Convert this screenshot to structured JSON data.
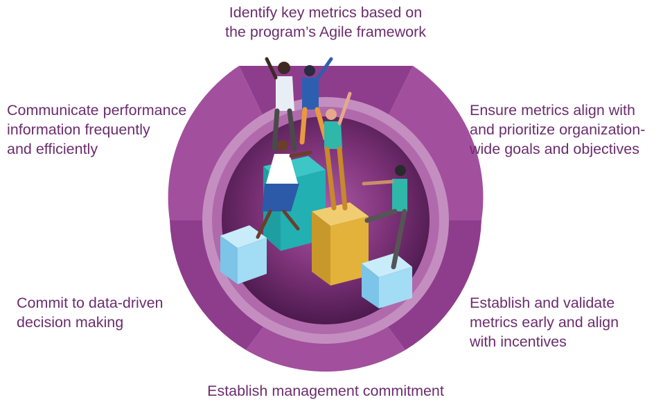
{
  "diagram": {
    "segments": [
      {
        "id": "top",
        "lines": [
          "Identify key metrics based on",
          "the program’s Agile framework"
        ]
      },
      {
        "id": "top-right",
        "lines": [
          "Ensure metrics align with",
          "and prioritize organization-",
          "wide goals and objectives"
        ]
      },
      {
        "id": "bottom-right",
        "lines": [
          "Establish and validate",
          "metrics early and align",
          "with incentives"
        ]
      },
      {
        "id": "bottom",
        "lines": [
          "Establish management commitment"
        ]
      },
      {
        "id": "bottom-left",
        "lines": [
          "Commit to data-driven",
          "decision making"
        ]
      },
      {
        "id": "top-left",
        "lines": [
          "Communicate performance",
          "information frequently",
          "and efficiently"
        ]
      }
    ],
    "colors": {
      "text": "#6b2c6e",
      "segment_dark": "#8e3d8c",
      "segment_light": "#a24f9d",
      "inner_ring": "#c48fc0",
      "center_dark": "#4c1a4e",
      "center_mid": "#8a3d85",
      "cube_teal": "#22b0b2",
      "cube_gold": "#e2b23a",
      "cube_lightblue": "#8fd3f1"
    }
  }
}
